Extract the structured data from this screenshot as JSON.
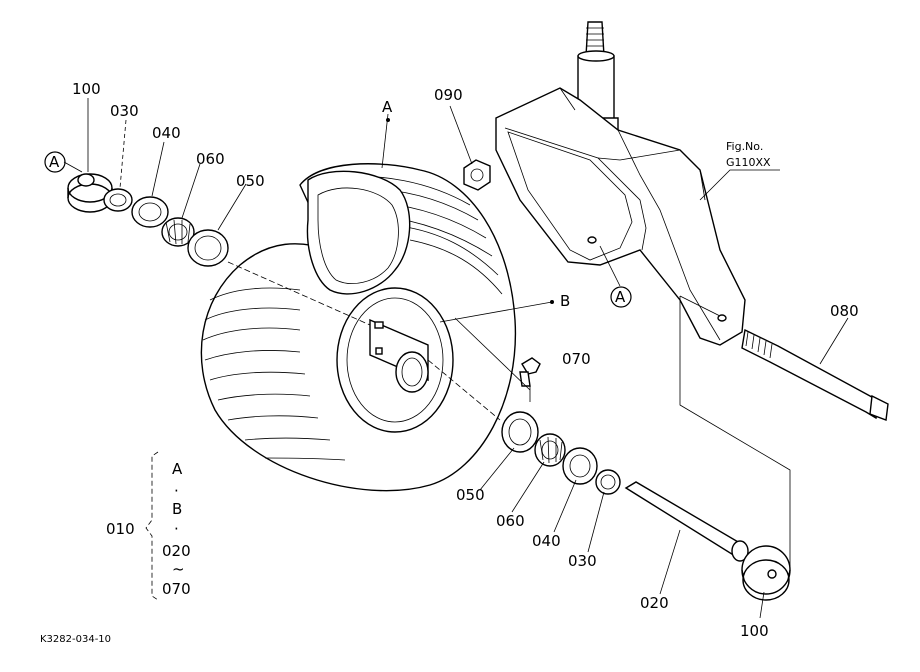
{
  "figure": {
    "fig_no_label": "Fig.No.",
    "fig_no_value": "G110XX",
    "drawing_code": "K3282-034-10"
  },
  "callouts": {
    "p100_top": "100",
    "p030_top": "030",
    "p040_top": "040",
    "p060_top": "060",
    "p050_top": "050",
    "p090": "090",
    "p080": "080",
    "p070": "070",
    "p050_bottom": "050",
    "p060_bottom": "060",
    "p040_bottom": "040",
    "p030_bottom": "030",
    "p020": "020",
    "p100_bottom": "100",
    "ref_a_tire": "A",
    "ref_b_rim": "B",
    "circle_a_left": "A",
    "circle_a_fork": "A"
  },
  "assembly": {
    "label": "010",
    "items": [
      "A",
      "·",
      "B",
      "·",
      "020",
      "~",
      "070"
    ]
  }
}
